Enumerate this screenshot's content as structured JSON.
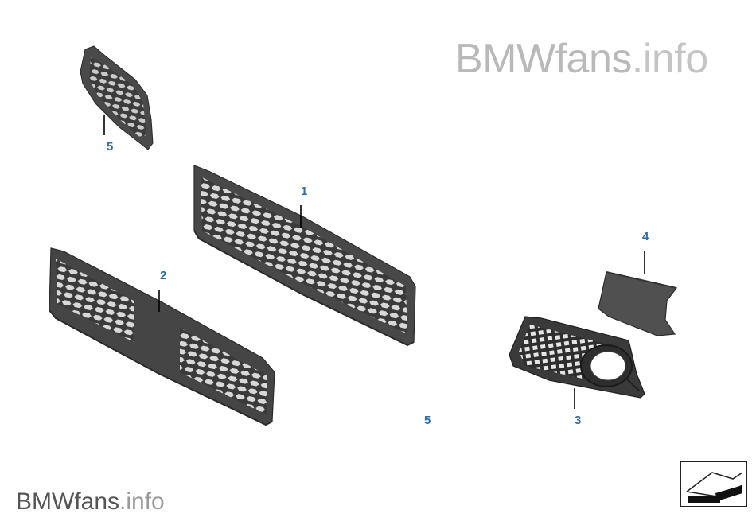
{
  "watermark_top": {
    "brand": "BMWfans",
    "suffix": ".info"
  },
  "watermark_bottom": {
    "brand": "BMWfans",
    "suffix": ".info"
  },
  "callouts": {
    "part_1": "1",
    "part_2": "2",
    "part_3": "3",
    "part_4": "4",
    "part_5_top": "5",
    "part_5_bottom": "5"
  },
  "icons": {
    "corner": "car-outline-arrow-icon"
  },
  "colors": {
    "callout": "#2f6ca6",
    "part": "#4a4a4a",
    "part_dark": "#2e2e2e",
    "watermark": "#b9b9b9"
  }
}
